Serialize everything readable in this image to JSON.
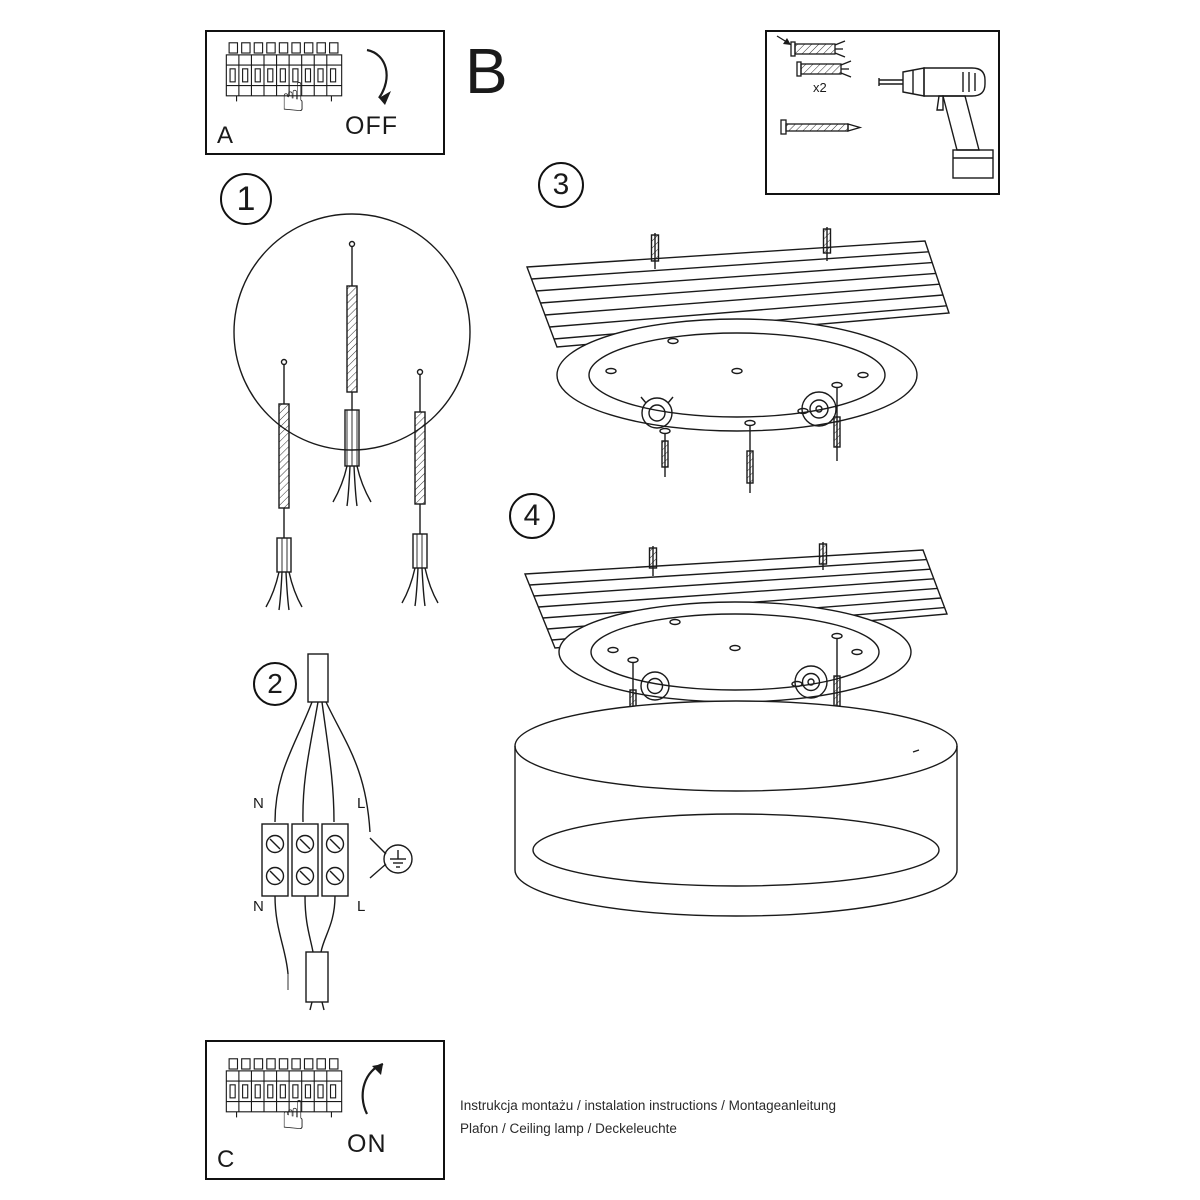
{
  "document": {
    "section_letter": "B",
    "footer": {
      "line1": "Instrukcja montażu / instalation instructions / Montageanleitung",
      "line2": "Plafon / Ceiling lamp / Deckeleuchte"
    }
  },
  "panel_a": {
    "label": "A",
    "action": "OFF"
  },
  "panel_c": {
    "label": "C",
    "action": "ON"
  },
  "tools_box": {
    "anchors_count": "x2"
  },
  "steps": {
    "step1": "1",
    "step2": "2",
    "step3": "3",
    "step4": "4"
  },
  "wiring_labels": {
    "neutral_top": "N",
    "line_top": "L",
    "neutral_bottom": "N",
    "line_bottom": "L"
  },
  "icons": {
    "hand": "☝"
  },
  "colors": {
    "line_art": "#1a1a1a",
    "background": "#ffffff"
  }
}
